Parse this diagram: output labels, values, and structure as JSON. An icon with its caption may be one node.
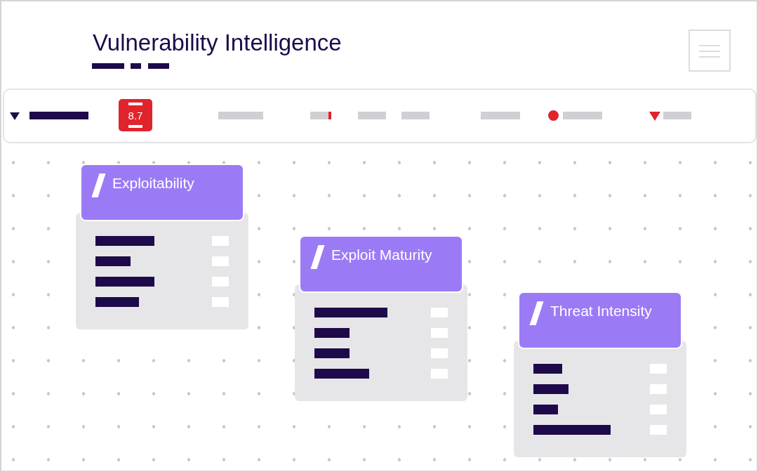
{
  "diagram": {
    "title": "Vulnerability Intelligence",
    "nodes": [
      {
        "text": [
          "Exploitability"
        ]
      },
      {
        "text": [
          "Exploit Maturity"
        ]
      },
      {
        "text": [
          "Threat Intensity"
        ]
      }
    ],
    "labels": [
      "8.7"
    ]
  }
}
